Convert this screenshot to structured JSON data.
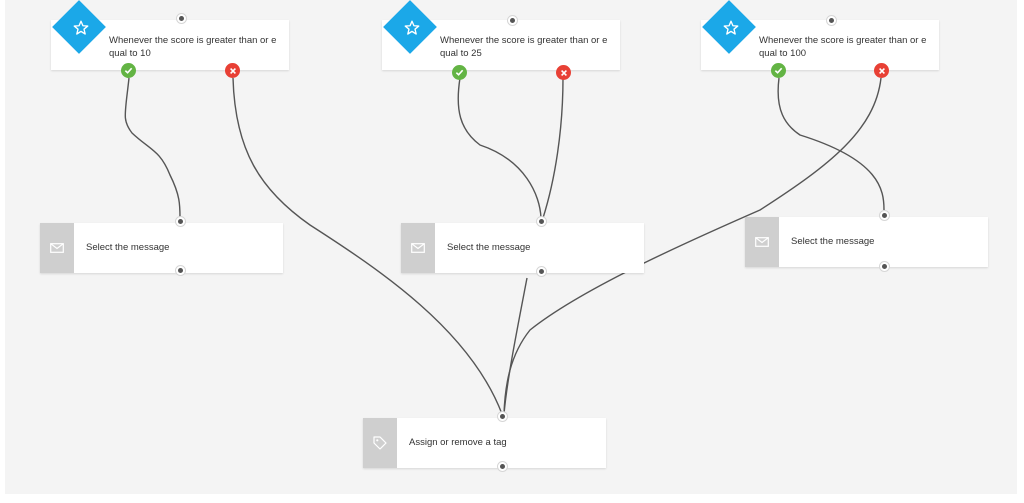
{
  "colors": {
    "diamond": "#1ba8e8",
    "yes_badge": "#63b444",
    "no_badge": "#e84035",
    "connector": "#555555",
    "icon_panel": "#cfcfcf"
  },
  "conditions": [
    {
      "text": "Whenever the score is greater than or equal to 10",
      "line1": "Whenever the score is greater than or e",
      "line2": "qual to 10",
      "icon": "star-icon"
    },
    {
      "text": "Whenever the score is greater than or equal to 25",
      "line1": "Whenever the score is greater than or e",
      "line2": "qual to 25",
      "icon": "star-icon"
    },
    {
      "text": "Whenever the score is greater than or equal to 100",
      "line1": "Whenever the score is greater than or e",
      "line2": "qual to 100",
      "icon": "star-icon"
    }
  ],
  "messages": [
    {
      "label": "Select the message",
      "icon": "envelope-icon"
    },
    {
      "label": "Select the message",
      "icon": "envelope-icon"
    },
    {
      "label": "Select the message",
      "icon": "envelope-icon"
    }
  ],
  "tag_action": {
    "label": "Assign or remove a tag",
    "icon": "tag-icon"
  },
  "badges": {
    "yes_icon": "check-icon",
    "no_icon": "x-icon"
  }
}
